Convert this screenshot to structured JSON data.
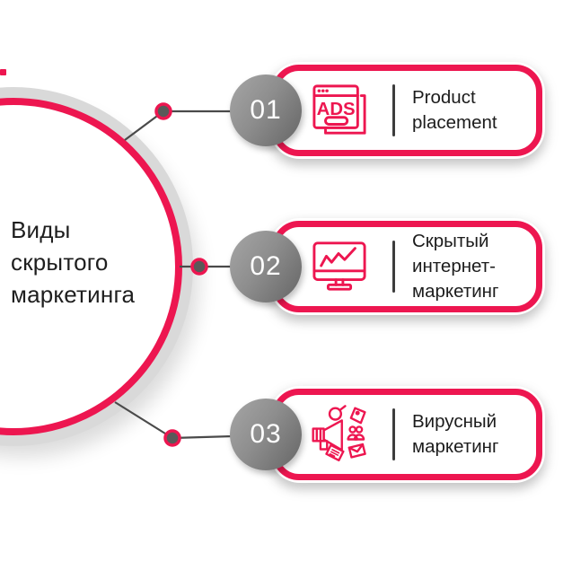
{
  "title": "Виды скрытого маркетинга",
  "colors": {
    "accent_pink": "#ED1650",
    "ring_gray": "#d9d9d9",
    "connector_gray": "#4a4a4a",
    "number_circle_gradient_start": "#a6a6a6",
    "number_circle_gradient_end": "#656565",
    "text_dark": "#1c1c1c"
  },
  "items": [
    {
      "number": "01",
      "label": "Product placement",
      "icon": "ads-browser-icon"
    },
    {
      "number": "02",
      "label": "Скрытый интернет-маркетинг",
      "icon": "monitor-chart-icon"
    },
    {
      "number": "03",
      "label": "Вирусный маркетинг",
      "icon": "megaphone-icon"
    }
  ],
  "icon_text": {
    "ads": "ADS"
  }
}
